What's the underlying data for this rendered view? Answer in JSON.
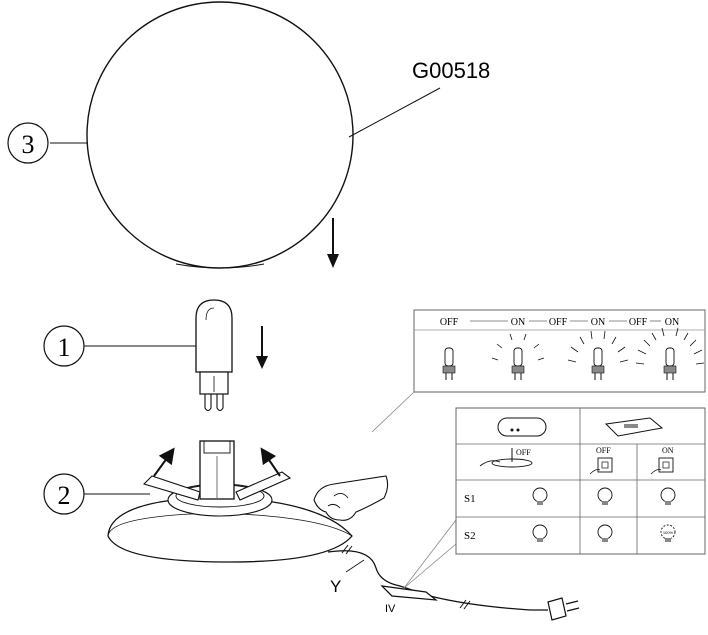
{
  "product_code": "G00518",
  "callouts": [
    {
      "label": "1",
      "part": "bulb"
    },
    {
      "label": "2",
      "part": "base"
    },
    {
      "label": "3",
      "part": "globe"
    }
  ],
  "cable_labels": {
    "y": "Y",
    "iv": "IV"
  },
  "dimmer_panel": {
    "sequence": [
      "OFF",
      "ON",
      "OFF",
      "ON",
      "OFF",
      "ON"
    ]
  },
  "switch_table": {
    "off_label": "OFF",
    "on_label": "ON",
    "rows": [
      {
        "label": "S1"
      },
      {
        "label": "S2"
      }
    ],
    "small_text": "100%"
  }
}
